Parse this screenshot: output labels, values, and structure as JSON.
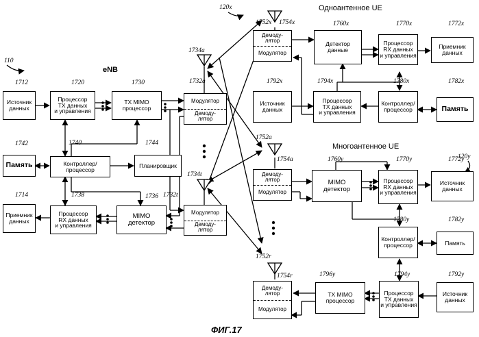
{
  "figure_caption": "ФИГ.17",
  "enb": {
    "title": "eNB",
    "ref": "110",
    "blocks": {
      "data_source": {
        "ref": "1712",
        "label": "Источник\nданных"
      },
      "tx_proc": {
        "ref": "1720",
        "label": "Процессор\nTX данных\nи управления"
      },
      "tx_mimo": {
        "ref": "1730",
        "label": "TX MIMO\nпроцессор"
      },
      "memory": {
        "ref": "1742",
        "label": "Память"
      },
      "controller": {
        "ref": "1740",
        "label": "Контроллер/\nпроцессор"
      },
      "scheduler": {
        "ref": "1744",
        "label": "Планировщик"
      },
      "data_sink": {
        "ref": "1714",
        "label": "Приемник\nданных"
      },
      "rx_proc": {
        "ref": "1738",
        "label": "Процессор\nRX данных\nи управления"
      },
      "mimo_det": {
        "ref": "1736",
        "label": "MIMO\nдетектор"
      },
      "mod_a": {
        "ref": "1732a",
        "top": "Модулятор",
        "bottom": "Демоду-\nлятор"
      },
      "mod_t": {
        "ref": "1732t",
        "top": "Модулятор",
        "bottom": "Демоду-\nлятор"
      }
    },
    "antennas": [
      "1734a",
      "1734t"
    ]
  },
  "single_ue": {
    "title": "Одноантенное UE",
    "ref": "120x",
    "blocks": {
      "demod": {
        "ref": "1754x",
        "top": "Демоду-\nлятор",
        "bottom": "Модулятор"
      },
      "detector": {
        "ref": "1760x",
        "label": "Детектор\nданные"
      },
      "rx_proc": {
        "ref": "1770x",
        "label": "Процессор\nRX данных\nи управления"
      },
      "data_sink": {
        "ref": "1772x",
        "label": "Приемник\nданных"
      },
      "data_source": {
        "ref": "1792x",
        "label": "Источник\nданных"
      },
      "tx_proc": {
        "ref": "1794x",
        "label": "Процессор\nTX данных\nи управления"
      },
      "controller": {
        "ref": "1780x",
        "label": "Контроллер/\nпроцессор"
      },
      "memory": {
        "ref": "1782x",
        "label": "Память"
      }
    },
    "antennas": [
      "1752x"
    ]
  },
  "multi_ue": {
    "title": "Многоантенное UE",
    "ref": "120y",
    "blocks": {
      "demod_a": {
        "ref": "1754a",
        "top": "Демоду-\nлятор",
        "bottom": "Модулятор"
      },
      "mimo_det": {
        "ref": "1760y",
        "label": "MIMO\nдетектор"
      },
      "rx_proc": {
        "ref": "1770y",
        "label": "Процессор\nRX данных\nи управления"
      },
      "data_source_top": {
        "ref": "1772y",
        "label": "Источник\nданных"
      },
      "controller": {
        "ref": "1780y",
        "label": "Контроллер/\nпроцессор"
      },
      "memory": {
        "ref": "1782y",
        "label": "Память"
      },
      "demod_r": {
        "ref": "1754r",
        "top": "Демоду-\nлятор",
        "bottom": "Модулятор"
      },
      "tx_mimo": {
        "ref": "1796y",
        "label": "TX MIMO\nпроцессор"
      },
      "tx_proc": {
        "ref": "1794y",
        "label": "Процессор\nTX данных\nи управления"
      },
      "data_source": {
        "ref": "1792y",
        "label": "Источник\nданных"
      }
    },
    "antennas": [
      "1752a",
      "1752r"
    ]
  }
}
